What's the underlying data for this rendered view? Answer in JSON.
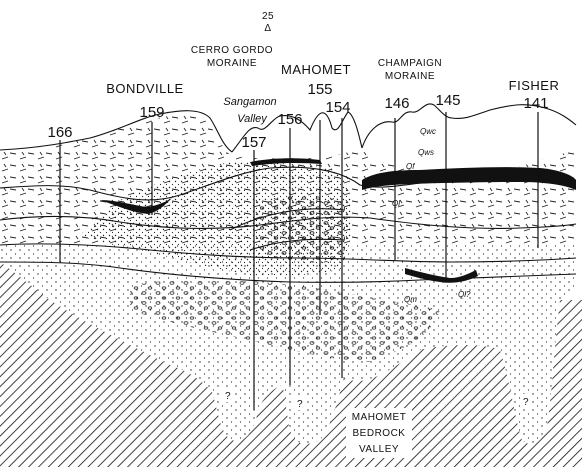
{
  "index": {
    "number": "25",
    "symbol": "Δ"
  },
  "moraines": {
    "cerro_gordo": [
      "CERRO GORDO",
      "MORAINE"
    ],
    "champaign": [
      "CHAMPAIGN",
      "MORAINE"
    ]
  },
  "towns": {
    "bondville": "BONDVILLE",
    "mahomet": "MAHOMET",
    "fisher": "FISHER"
  },
  "valley": {
    "sangamon": [
      "Sangamon",
      "Valley"
    ],
    "bedrock": [
      "MAHOMET",
      "BEDROCK",
      "VALLEY"
    ]
  },
  "wells": [
    "166",
    "159",
    "157",
    "156",
    "155",
    "154",
    "146",
    "145",
    "141"
  ],
  "units": {
    "qwc": "Qwc",
    "qws": "Qws",
    "qf": "Qf",
    "ql": "Ql",
    "ql_q": "Ql?",
    "qm": "Qm"
  },
  "unknown": "?",
  "colors": {
    "ink": "#111111",
    "paper": "#ffffff"
  }
}
